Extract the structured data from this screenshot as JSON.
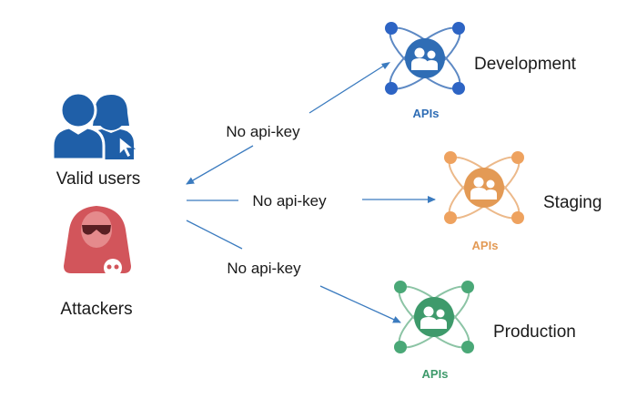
{
  "actors": {
    "valid_users": {
      "label": "Valid users",
      "color": "#1f5fa8",
      "icon": "users-icon"
    },
    "attackers": {
      "label": "Attackers",
      "color": "#d2555b",
      "icon": "hacker-skull-icon"
    }
  },
  "apis": [
    {
      "key": "development",
      "env": "Development",
      "badge": "APIs",
      "color": "#2f6db5",
      "dot": "#2d64c4",
      "ring": "#5d89c4"
    },
    {
      "key": "staging",
      "env": "Staging",
      "badge": "APIs",
      "color": "#e39a55",
      "dot": "#eea25f",
      "ring": "#ecb98a"
    },
    {
      "key": "production",
      "env": "Production",
      "badge": "APIs",
      "color": "#3e9a6b",
      "dot": "#4aa877",
      "ring": "#8cc4a5"
    }
  ],
  "edges": [
    {
      "label": "No api-key"
    },
    {
      "label": "No api-key"
    },
    {
      "label": "No api-key"
    }
  ],
  "arrow_color": "#3b7bbf"
}
